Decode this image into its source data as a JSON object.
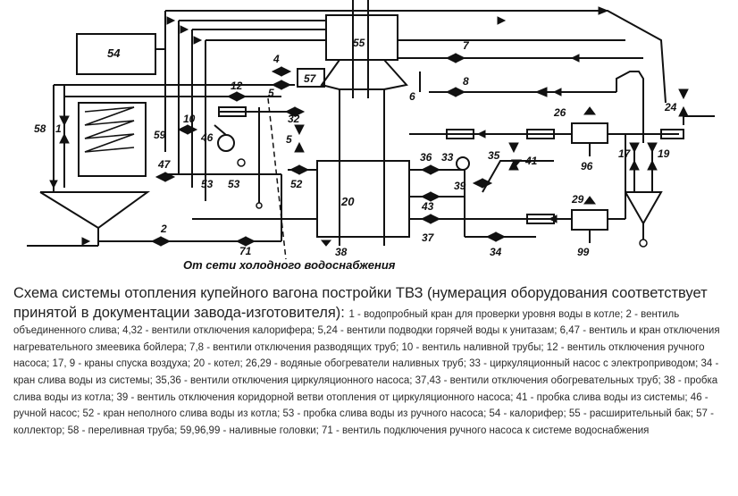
{
  "diagram": {
    "labels": {
      "n54": "54",
      "n55": "55",
      "n57": "57",
      "n58": "58",
      "n1": "1",
      "n4": "4",
      "n5a": "5",
      "n5b": "5",
      "n7": "7",
      "n8": "8",
      "n6": "6",
      "n12": "12",
      "n32": "32",
      "n10": "10",
      "n59": "59",
      "n46": "46",
      "n47": "47",
      "n53a": "53",
      "n53b": "53",
      "n52": "52",
      "n20": "20",
      "n2": "2",
      "n71": "71",
      "n38": "38",
      "n36": "36",
      "n33": "33",
      "n35": "35",
      "n41": "41",
      "n39": "39",
      "n43": "43",
      "n37": "37",
      "n34": "34",
      "n26": "26",
      "n96": "96",
      "n29": "29",
      "n99": "99",
      "n24": "24",
      "n17": "17",
      "n19": "19",
      "water_supply": "От сети холодного водоснабжения"
    }
  },
  "caption": {
    "title": "Схема системы отопления купейного вагона постройки ТВЗ (нумерация оборудования соответствует принятой в документации завода-изготовителя):",
    "body": "1 - водопробный кран для проверки уровня воды в котле; 2 - вентиль объединенного слива; 4,32 - вентили отключения калорифера; 5,24 - вентили подводки горячей воды к унитазам; 6,47 - вентиль и кран отключения нагревательного змеевика бойлера; 7,8 - вентили отключения разводящих труб; 10 - вентиль наливной трубы; 12 - вентиль отключения ручного насоса; 17, 9 - краны спуска воздуха; 20 - котел; 26,29 - водяные обогреватели наливных труб; 33 - циркуляционный насос с электроприводом; 34 - кран слива воды из системы; 35,36 - вентили отключения циркуляционного насоса; 37,43 - вентили отключения обогревательных труб; 38 - пробка слива воды из котла; 39 - вентиль отключения коридорной ветви отопления от циркуляционного насоса; 41 - пробка слива воды из системы; 46 - ручной насос; 52 - кран неполного слива воды из котла; 53 - пробка слива воды из ручного насоса; 54 - калорифер; 55 - расширительный бак; 57 - коллектор; 58 - переливная труба; 59,96,99 - наливные головки; 71 - вентиль подключения ручного насоса к системе водоснабжения"
  }
}
